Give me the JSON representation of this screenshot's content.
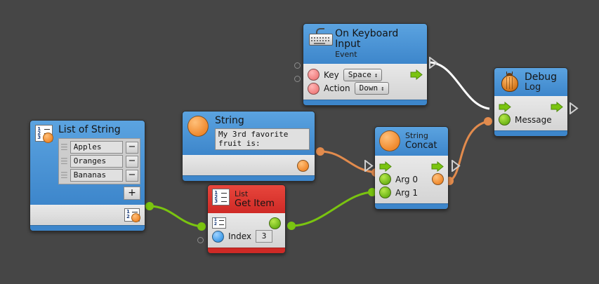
{
  "canvas": {
    "background": "#464646",
    "type": "node-graph-editor"
  },
  "nodes": [
    {
      "id": "on-keyboard-input",
      "title": "On Keyboard Input",
      "subtitle": "Event",
      "icon": "keyboard-icon",
      "header_color": "#3d86cb",
      "rows": [
        {
          "label": "Key",
          "port": "pink",
          "widget": "Space",
          "widget_type": "dropdown"
        },
        {
          "label": "Action",
          "port": "pink",
          "widget": "Down",
          "widget_type": "dropdown"
        }
      ],
      "exec_out": "exec-output-arrow"
    },
    {
      "id": "debug-log",
      "title": "Debug",
      "subtitle": "Log",
      "icon": "bug-icon",
      "header_color": "#3d86cb",
      "exec_in": "exec-input-arrow",
      "exec_out": "exec-output-arrow",
      "rows": [
        {
          "label": "Message",
          "port": "green"
        }
      ]
    },
    {
      "id": "list-of-string",
      "title": "List of String",
      "icon": "list-number-icon",
      "header_color": "#3d86cb",
      "items": [
        {
          "value": "Apples",
          "remove_label": "−"
        },
        {
          "value": "Oranges",
          "remove_label": "−"
        },
        {
          "value": "Bananas",
          "remove_label": "−"
        }
      ],
      "add_label": "+",
      "output_icon": "list-output-icon"
    },
    {
      "id": "string-literal",
      "title": "String",
      "icon": "orange-circle-icon",
      "header_color": "#3d86cb",
      "value": "My 3rd favorite fruit is:",
      "output_port": "orange"
    },
    {
      "id": "string-concat",
      "title": "String",
      "subtitle": "Concat",
      "icon": "orange-circle-icon",
      "header_color": "#3d86cb",
      "exec_in": "exec-input-arrow",
      "exec_out": "exec-output-arrow",
      "rows": [
        {
          "label": "Arg 0",
          "port": "green"
        },
        {
          "label": "Arg 1",
          "port": "green"
        }
      ],
      "output_port": "orange"
    },
    {
      "id": "list-get-item",
      "title": "List",
      "subtitle": "Get Item",
      "icon": "list-number-icon",
      "header_color": "#cf2a26",
      "rows": [
        {
          "label": "Index",
          "port": "blue",
          "widget": "3",
          "widget_type": "textfield"
        }
      ],
      "output_port": "green"
    }
  ],
  "wires": [
    {
      "from": "on-keyboard-input.exec_out",
      "to": "debug-log.exec_in",
      "color": "#ffffff",
      "type": "execution"
    },
    {
      "from": "string-literal.output",
      "to": "string-concat.arg0",
      "color": "#e28b4d",
      "type": "data"
    },
    {
      "from": "list-get-item.output",
      "to": "string-concat.arg1",
      "color": "#7ac410",
      "type": "data"
    },
    {
      "from": "string-concat.output",
      "to": "debug-log.message",
      "color": "#e28b4d",
      "type": "data"
    },
    {
      "from": "list-of-string.output",
      "to": "list-get-item.list_in",
      "color": "#7ac410",
      "type": "data"
    }
  ],
  "colors": {
    "exec_wire": "#ffffff",
    "data_wire_string": "#e28b4d",
    "data_wire_list": "#7ac410",
    "node_blue": "#3d86cb",
    "node_red": "#cf2a26",
    "background": "#464646"
  }
}
